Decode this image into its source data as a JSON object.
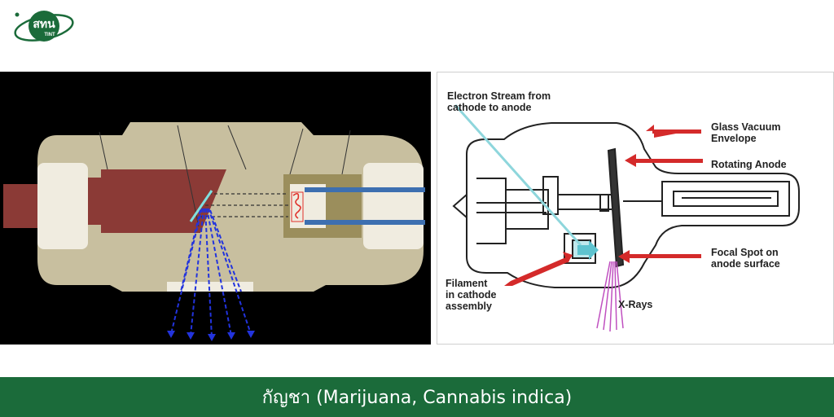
{
  "logo": {
    "text_main": "สทน",
    "text_sub": "TINT"
  },
  "left_diagram": {},
  "right_diagram": {
    "labels": {
      "electron_stream": "Electron Stream from\ncathode to anode",
      "glass_envelope": "Glass Vacuum\nEnvelope",
      "rotating_anode": "Rotating Anode",
      "focal_spot": "Focal Spot on\nanode surface",
      "filament": "Filament\nin cathode\nassembly",
      "xrays": "X-Rays"
    }
  },
  "caption": {
    "text": "กัญชา (Marijuana, Cannabis indica)"
  },
  "colors": {
    "caption_bar": "#1b6b3a",
    "tube_body": "#c8bf9f",
    "anode": "#8b3a36",
    "arrow_red": "#d42a2a",
    "xray_blue": "#2233dd"
  }
}
